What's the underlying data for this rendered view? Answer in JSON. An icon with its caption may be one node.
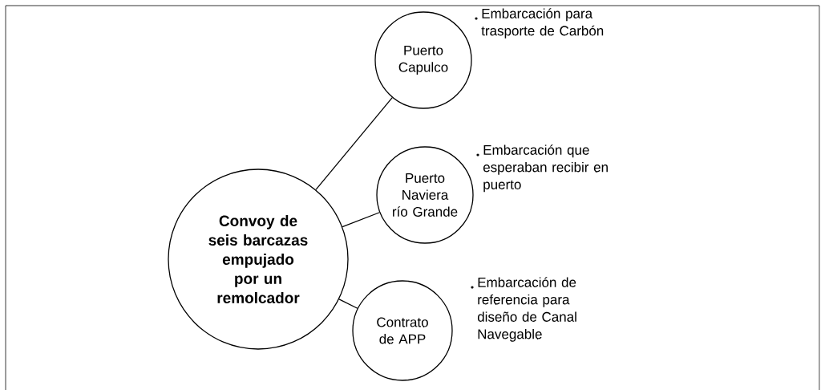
{
  "diagram": {
    "nodes": [
      {
        "text": [
          "Convoy de seis barcazas empujado por un remolcador"
        ]
      },
      {
        "text": [
          "Puerto Capulco"
        ],
        "beside": [
          "Embarcación para trasporte de Carbón"
        ]
      },
      {
        "text": [
          "Puerto Naviera río Grande"
        ],
        "beside": [
          "Embarcación que esperaban recibir en puerto"
        ]
      },
      {
        "text": [
          "Contrato de APP"
        ],
        "beside": [
          "Embarcación de referencia para diseño de Canal Navegable"
        ]
      }
    ],
    "edges": [
      {
        "from": 0,
        "to": 1,
        "arrow": "none"
      },
      {
        "from": 0,
        "to": 2,
        "arrow": "none"
      },
      {
        "from": 0,
        "to": 3,
        "arrow": "none"
      }
    ]
  }
}
